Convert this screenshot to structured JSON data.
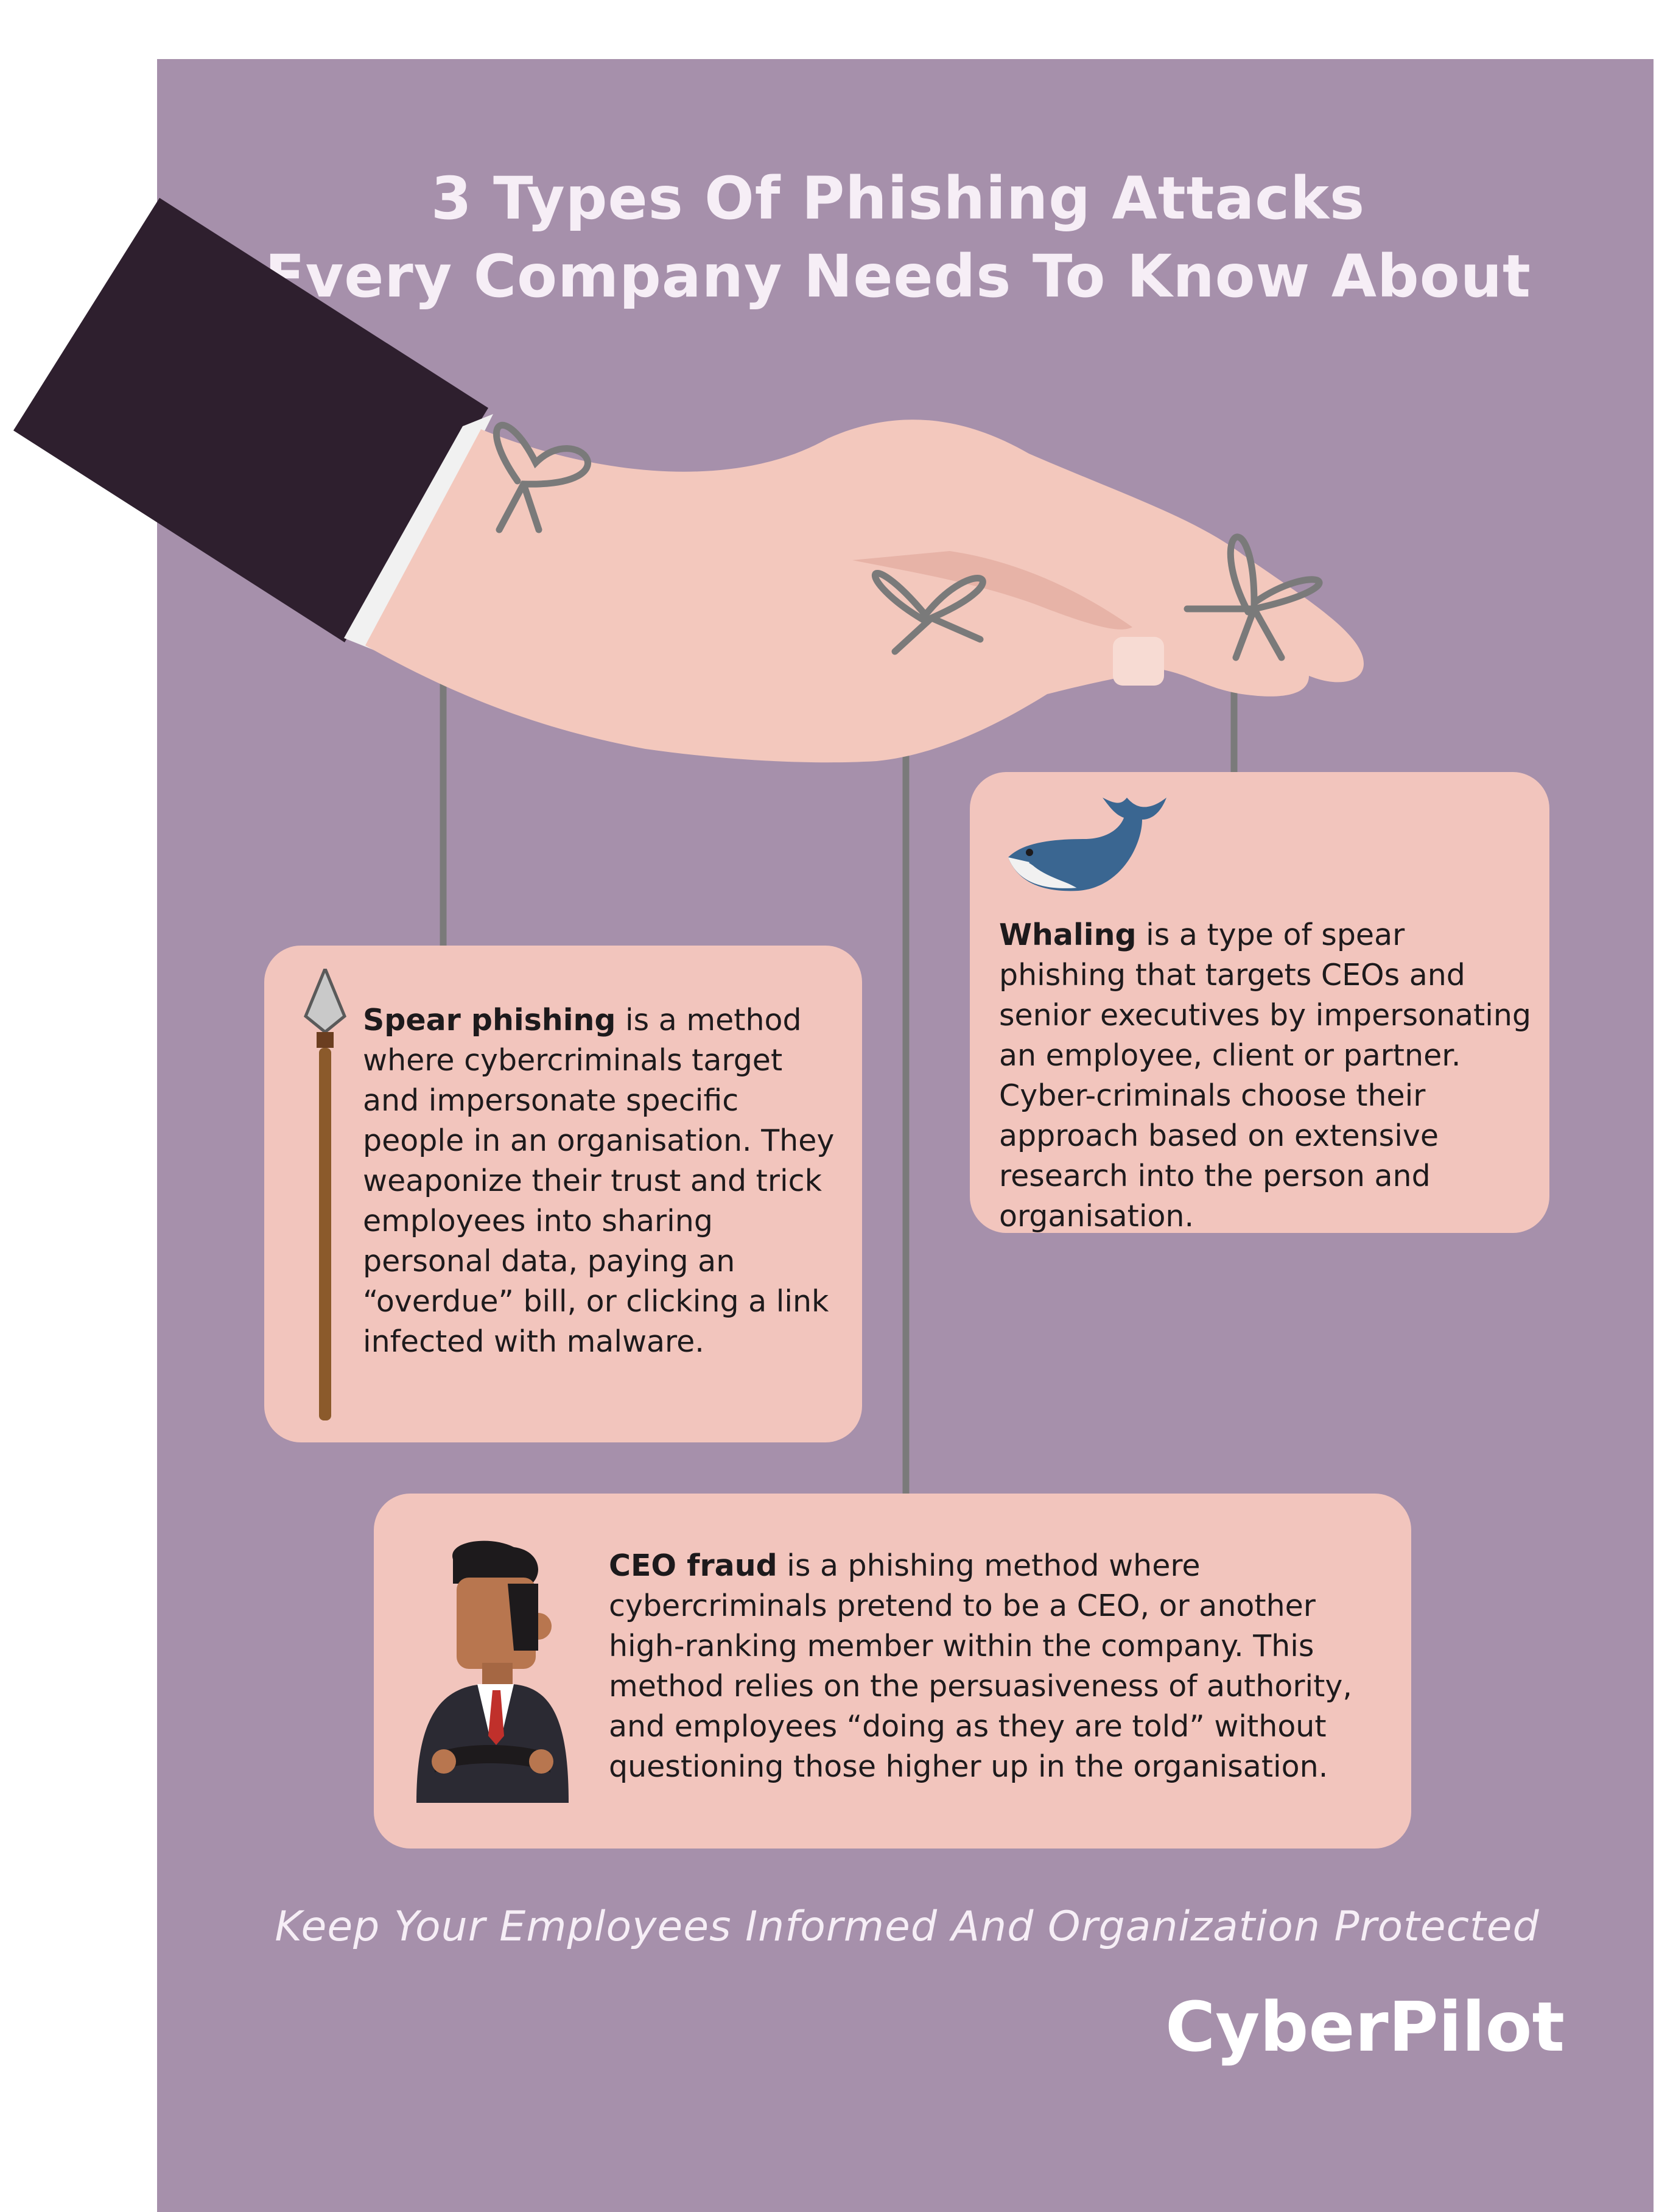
{
  "title": {
    "line1": "3 Types Of Phishing Attacks",
    "line2": "Every Company Needs To Know About"
  },
  "cards": {
    "spear": {
      "term": "Spear phishing",
      "body": " is a method where cybercriminals target and impersonate specific people in an organisation. They weaponize their trust and trick employees into sharing personal data, paying an “overdue” bill, or clicking a link infected with malware.",
      "icon": "spear-icon"
    },
    "whaling": {
      "term": "Whaling",
      "body": " is a type of spear phishing that targets CEOs and senior executives by impersonating an employee, client or partner. Cyber-criminals choose their approach based on extensive research into the person and organisation.",
      "icon": "whale-icon"
    },
    "ceo": {
      "term": "CEO fraud",
      "body": " is a phishing method where cybercriminals pretend to be a CEO, or another high-ranking member within the company. This method relies on the persuasiveness of authority, and employees “doing as they are told” without questioning those higher up in the organisation.",
      "icon": "businessman-icon"
    }
  },
  "tagline": "Keep Your Employees Informed And Organization Protected",
  "brand": "CyberPilot",
  "colors": {
    "background": "#a690ab",
    "card": "#f2c5bd",
    "sleeve": "#2e1f2e",
    "hand": "#f3c8bd",
    "string": "#7a7a7a",
    "text_light": "#f6eef6"
  }
}
